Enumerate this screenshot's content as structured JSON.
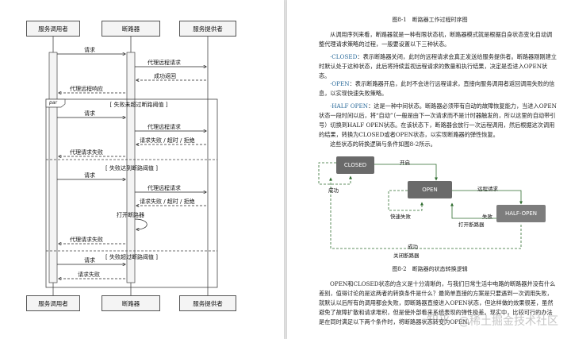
{
  "diagram": {
    "actors": [
      "服务调用者",
      "断路器",
      "服务提供者"
    ],
    "messages": {
      "m1": "请求",
      "m2": "代理远程请求",
      "m3": "成功返回",
      "m4": "代理远程响应",
      "m5": "请求",
      "m6": "代理远程请求",
      "m7": "请求失败 / 超时 / 拒绝",
      "m8": "代理请求失败",
      "m9": "请求",
      "m10": "代理远程请求",
      "m11": "请求失败 / 超时 / 拒绝",
      "m12": "打开断路器",
      "m13": "代理请求失败",
      "m14": "请求",
      "m15": "请求失败"
    },
    "frame": {
      "tag": "par",
      "section1": "[ 失败未超过断路阈值 ]",
      "section2": "[ 失败达到断路阈值 ]",
      "section3": "[ 失败超过断路阈值 ]"
    }
  },
  "text": {
    "top_caption": "图8-1　断路器工作过程时序图",
    "p1": "从调用序列来看，断路器就是一种有限状态机，断路器模式就是根据自身状态变化自动调整代理请求策略的过程，一般要设置以下三种状态。",
    "closed_term": "·CLOSED",
    "closed_desc": "：表示断路器关闭，此时的远程请求会真正发送给服务提供者。断路器刚刚建立时默认处于这种状态，此后将持续监视远程请求的数量和执行结果，决定是否进入OPEN状态。",
    "open_term": "·OPEN",
    "open_desc": "：表示断路器开启，此时不会进行远程请求，直接向服务调用者返回调用失败的信息，以实现快速失败策略。",
    "half_term": "·HALF OPEN",
    "half_desc": "：这是一种中间状态。断路器必须带有自动的故障恢复能力，当进入OPEN状态一段时间以后，将“自动”（一般是由下一次请求而不是计时器触发的，所以这里的自动带引号）切换到HALF OPEN状态。在该状态下，断路器会放行一次远程调用，然后根据这次调用的结果，转换为CLOSED或者OPEN状态，以实现断路器的弹性恢复。",
    "p5": "这些状态的转换逻辑与条件如图8-2所示。",
    "fig2_caption": "图8-2　断路器的状态转换逻辑",
    "bottom": "OPEN和CLOSED状态的含义是十分清晰的，与我们日常生活中电路的断路器并没有什么差别，值得讨论的是这两者的转换条件是什么？最简单直接的方案是只要遇到一次调用失败，就默认以后所有的调用都会失败，即断路器直接进入OPEN状态，但这样做的效果很差，虽然避免了故障扩散和请求堆积，但是使外部看来系统表现的弹性极差。现实中，比较可行的办法是在同时满足以下两个条件时，将断路器状态转变为OPEN。"
  },
  "state_diagram": {
    "states": [
      "CLOSED",
      "OPEN",
      "HALF-OPEN"
    ],
    "labels": {
      "start": "开启",
      "success1": "成功",
      "fast_fail": "快速失败",
      "remote_request": "远程请求",
      "fail": "失败",
      "open_breaker": "打开断路器",
      "success2": "成功",
      "close_breaker": "关闭断路器"
    },
    "colors": {
      "closed": "#6a6a6a",
      "open": "#6a6a6a",
      "half_open": "#7d7d7d",
      "arrow": "#2e6b2e"
    }
  },
  "watermark": {
    "zhihu": "知乎",
    "handle": "@稀土掘金技术社区"
  }
}
